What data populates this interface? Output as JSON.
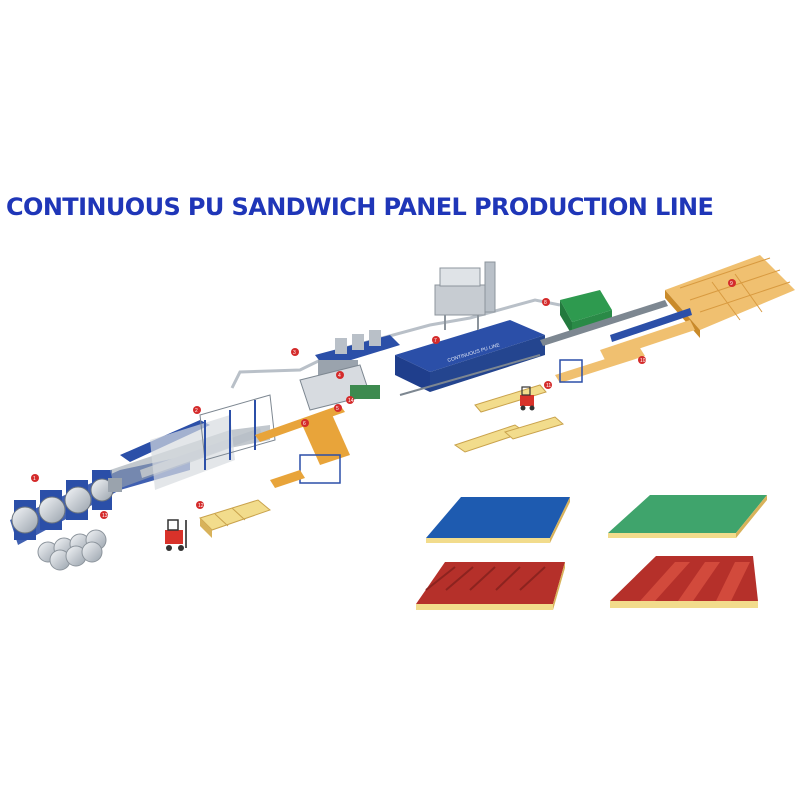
{
  "title": "CONTINUOUS PU SANDWICH PANEL PRODUCTION LINE",
  "colors": {
    "title": "#1f36b8",
    "machine_blue": "#2b4fa8",
    "machine_grey": "#9aa3ad",
    "conveyor_orange": "#e8a43a",
    "marker_red": "#d42b2b",
    "panel_blue": "#1e5bb0",
    "panel_green": "#3fa46c",
    "panel_red": "#b5302a",
    "foam": "#f2dc8c",
    "forklift": "#d8322a"
  },
  "station_markers": [
    "1",
    "2",
    "3",
    "4",
    "5",
    "6",
    "7",
    "8",
    "9",
    "10",
    "11",
    "12",
    "13",
    "14"
  ],
  "panel_samples": [
    {
      "name": "blue-flat-wall-panel-icon",
      "color": "blue",
      "profile": "flat"
    },
    {
      "name": "green-flat-wall-panel-icon",
      "color": "green",
      "profile": "flat"
    },
    {
      "name": "red-corrugated-wall-panel-icon",
      "color": "red",
      "profile": "micro-rib"
    },
    {
      "name": "red-trapezoid-roof-panel-icon",
      "color": "red",
      "profile": "trapezoid"
    }
  ]
}
